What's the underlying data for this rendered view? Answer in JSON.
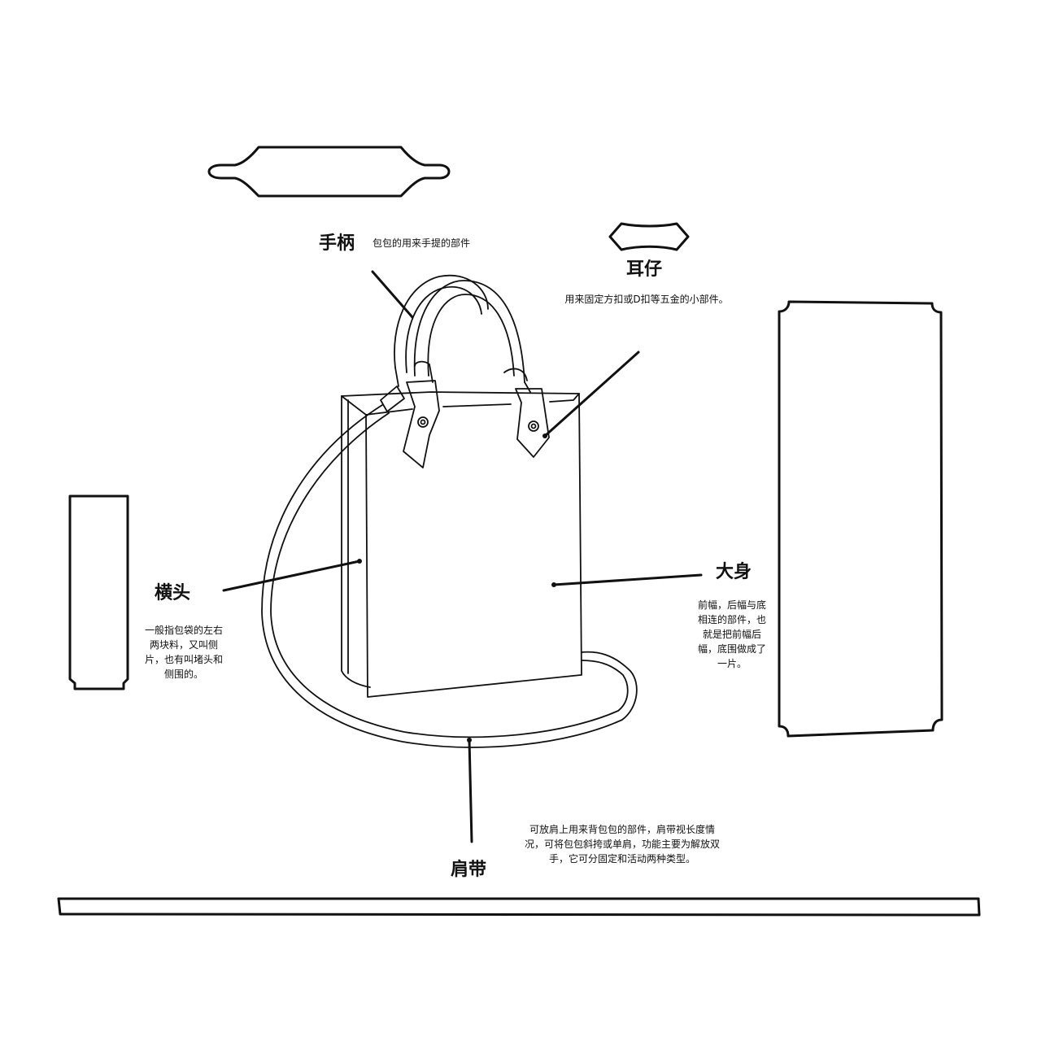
{
  "labels": {
    "handle": {
      "title": "手柄",
      "desc": "包包的用来手提的部件"
    },
    "tab": {
      "title": "耳仔",
      "desc": "用来固定方扣或D扣等五金的小部件。"
    },
    "body": {
      "title": "大身",
      "desc": "前幅，后幅与底相连的部件，也就是把前幅后幅，底围做成了一片。"
    },
    "side": {
      "title": "横头",
      "desc": "一般指包袋的左右两块料，又叫侧片，也有叫堵头和侧围的。"
    },
    "strap": {
      "title": "肩带",
      "desc": "可放肩上用来背包包的部件，肩带视长度情况，可将包包斜挎或单肩，功能主要为解放双手，它可分固定和活动两种类型。"
    }
  },
  "colors": {
    "line": "#111111",
    "background": "#ffffff"
  }
}
